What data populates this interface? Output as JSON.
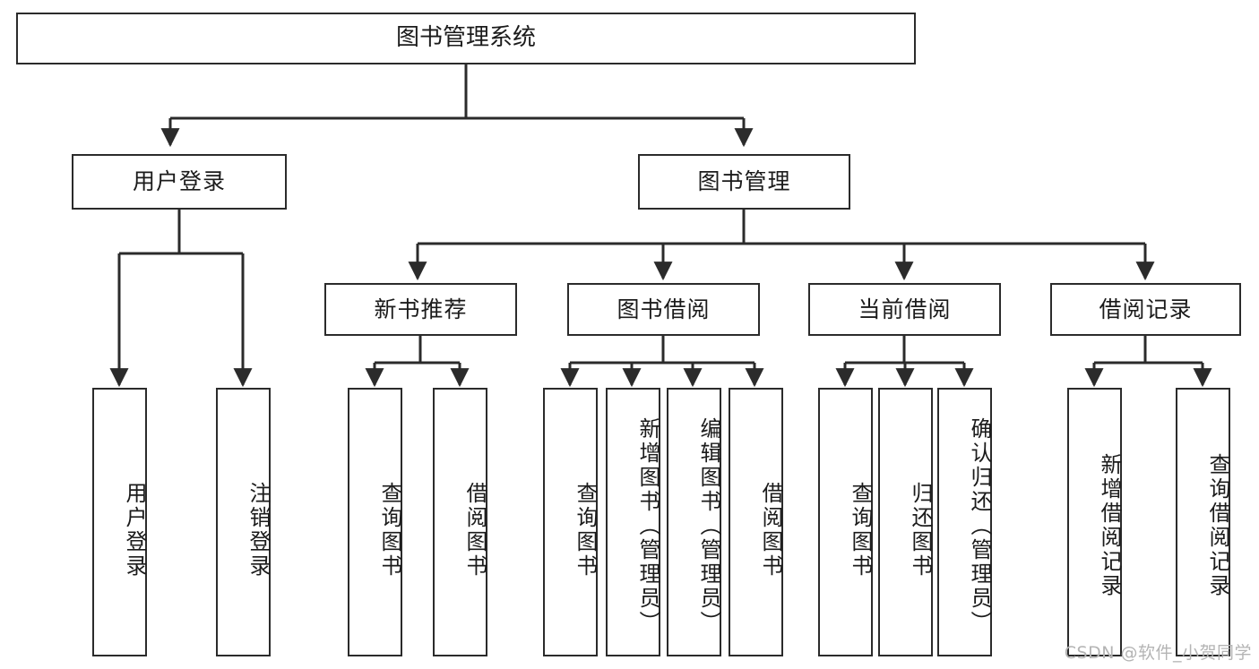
{
  "diagram": {
    "title": "图书管理系统",
    "type": "hierarchy-tree",
    "watermark": "CSDN @软件_小贺同学",
    "colors": {
      "stroke": "#2b2b2b",
      "fill": "#ffffff",
      "text": "#1b1b1b",
      "watermark": "#b4b4b4"
    },
    "levels": {
      "level0": [
        {
          "id": "root",
          "label": "图书管理系统"
        }
      ],
      "level1": [
        {
          "id": "user-login",
          "label": "用户登录"
        },
        {
          "id": "book-manage",
          "label": "图书管理"
        }
      ],
      "level2": [
        {
          "id": "new-book-recommend",
          "label": "新书推荐",
          "parent": "book-manage"
        },
        {
          "id": "book-borrow",
          "label": "图书借阅",
          "parent": "book-manage"
        },
        {
          "id": "current-borrow",
          "label": "当前借阅",
          "parent": "book-manage"
        },
        {
          "id": "borrow-record",
          "label": "借阅记录",
          "parent": "book-manage"
        }
      ],
      "level3": [
        {
          "id": "leaf-user-login",
          "label": "用户登录",
          "parent": "user-login"
        },
        {
          "id": "leaf-logout",
          "label": "注销登录",
          "parent": "user-login"
        },
        {
          "id": "leaf-query-book-1",
          "label": "查询图书",
          "parent": "new-book-recommend"
        },
        {
          "id": "leaf-borrow-book-1",
          "label": "借阅图书",
          "parent": "new-book-recommend"
        },
        {
          "id": "leaf-query-book-2",
          "label": "查询图书",
          "parent": "book-borrow"
        },
        {
          "id": "leaf-add-book",
          "label": "新增图书（管理员）",
          "parent": "book-borrow"
        },
        {
          "id": "leaf-edit-book",
          "label": "编辑图书（管理员）",
          "parent": "book-borrow"
        },
        {
          "id": "leaf-borrow-book-2",
          "label": "借阅图书",
          "parent": "book-borrow"
        },
        {
          "id": "leaf-query-book-3",
          "label": "查询图书",
          "parent": "current-borrow"
        },
        {
          "id": "leaf-return-book",
          "label": "归还图书",
          "parent": "current-borrow"
        },
        {
          "id": "leaf-confirm-return",
          "label": "确认归还（管理员）",
          "parent": "current-borrow"
        },
        {
          "id": "leaf-add-record",
          "label": "新增借阅记录",
          "parent": "borrow-record"
        },
        {
          "id": "leaf-query-record",
          "label": "查询借阅记录",
          "parent": "borrow-record"
        }
      ]
    }
  }
}
